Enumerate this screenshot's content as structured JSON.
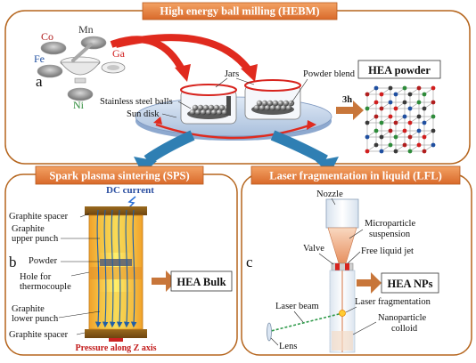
{
  "panels": {
    "hebm": {
      "title": "High energy ball milling (HEBM)",
      "letter": "a",
      "elements": [
        "Co",
        "Mn",
        "Fe",
        "Ga",
        "Ni"
      ],
      "labels": {
        "jars": "Jars",
        "stainless_balls": "Stainless steel balls",
        "sun_disk": "Sun disk",
        "powder_blend": "Powder blend",
        "time": "3h"
      },
      "result": "HEA powder"
    },
    "sps": {
      "title": "Spark plasma sintering (SPS)",
      "letter": "b",
      "labels": {
        "dc_current": "DC current",
        "graphite_spacer_top": "Graphite spacer",
        "graphite_upper_1": "Graphite",
        "graphite_upper_2": "upper punch",
        "powder": "Powder",
        "hole_1": "Hole for",
        "hole_2": "thermocouple",
        "graphite_lower_1": "Graphite",
        "graphite_lower_2": "lower punch",
        "graphite_spacer_bottom": "Graphite spacer",
        "pressure": "Pressure along Z axis"
      },
      "result": "HEA Bulk"
    },
    "lfl": {
      "title": "Laser fragmentation in liquid (LFL)",
      "letter": "c",
      "labels": {
        "nozzle": "Nozzle",
        "micro_1": "Microparticle",
        "micro_2": "suspension",
        "valve": "Valve",
        "jet": "Free liquid jet",
        "laser_beam": "Laser beam",
        "laser_frag": "Laser fragmentation",
        "nano_1": "Nanoparticle",
        "nano_2": "colloid",
        "lens": "Lens"
      },
      "result": "HEA NPs"
    }
  },
  "colors": {
    "header_fill": "#e8813a",
    "panel_border": "#b5651d",
    "arrow_orange": "#c8763a",
    "arrow_red": "#e02a1e",
    "arrow_blue": "#2f7fb3",
    "co": "#b11e1e",
    "mn": "#3a3a3a",
    "fe": "#1f4fa0",
    "ga": "#d11e1e",
    "ni": "#2e8b3a"
  }
}
